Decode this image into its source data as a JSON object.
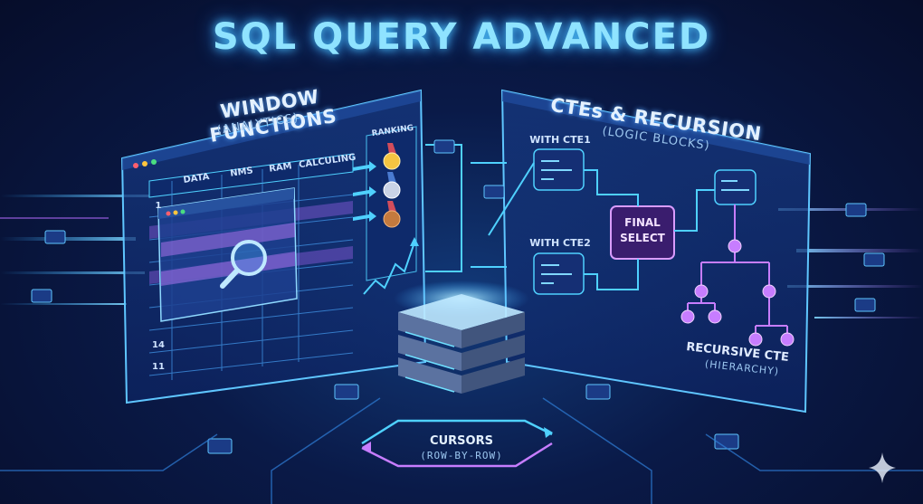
{
  "title": "SQL QUERY ADVANCED",
  "left_panel": {
    "title": "WINDOW FUNCTIONS",
    "subtitle": "(ANALYTICS)",
    "columns": [
      "DATA",
      "NMS",
      "RAM",
      "CALCULING"
    ],
    "row_numbers": [
      "1",
      "14",
      "11"
    ],
    "ranking_label": "RANKING"
  },
  "right_panel": {
    "title": "CTEs & RECURSION",
    "subtitle": "(LOGIC BLOCKS)",
    "cte1": "WITH CTE1",
    "cte2": "WITH CTE2",
    "final_select": [
      "FINAL",
      "SELECT"
    ],
    "recursive_title": "RECURSIVE CTE",
    "recursive_subtitle": "(HIERARCHY)"
  },
  "cursor": {
    "title": "CURSORS",
    "subtitle": "(ROW-BY-ROW)"
  },
  "colors": {
    "accent_cyan": "#4fd1ff",
    "accent_purple": "#b36bff",
    "background": "#0a1a48"
  },
  "icons": [
    "magnifier-icon",
    "gold-medal-icon",
    "silver-medal-icon",
    "bronze-medal-icon",
    "database-server-icon",
    "sparkle-icon"
  ]
}
